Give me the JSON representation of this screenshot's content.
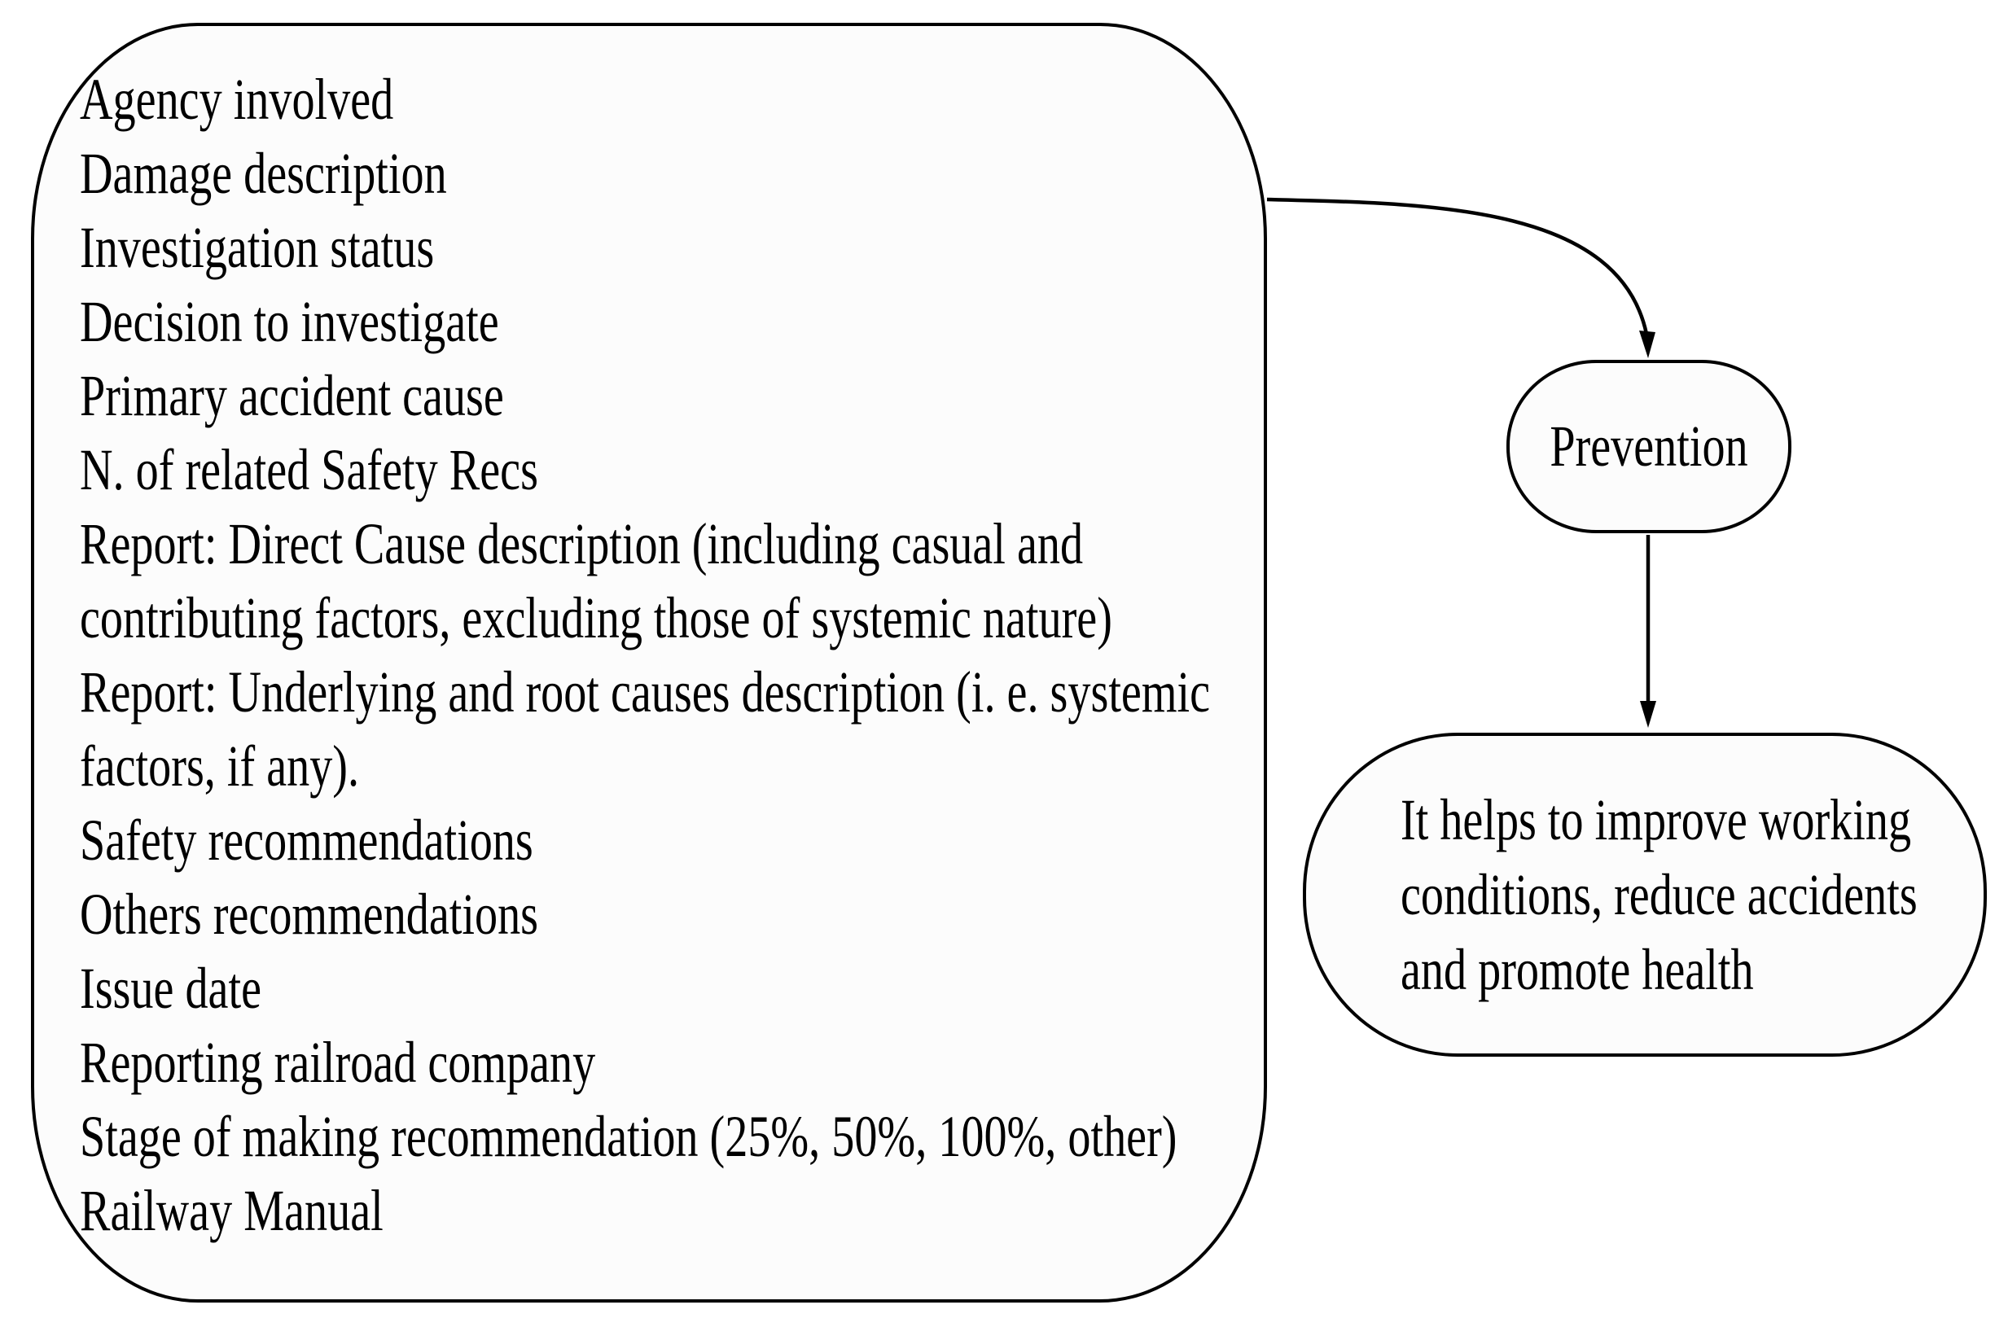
{
  "diagram": {
    "attributes_box": {
      "lines": [
        "Agency involved",
        "Damage description",
        "Investigation status",
        "Decision to investigate",
        "Primary accident cause",
        "N. of related Safety Recs",
        "Report: Direct Cause description (including casual and",
        "contributing factors, excluding those of systemic nature)",
        "Report: Underlying and root causes description (i. e. systemic",
        "factors, if any).",
        "Safety recommendations",
        "Others recommendations",
        "Issue date",
        "Reporting railroad company",
        "Stage of making recommendation (25%, 50%, 100%, other)",
        "Railway Manual"
      ]
    },
    "prevention_box": {
      "label": "Prevention"
    },
    "outcome_box": {
      "lines": [
        "It helps to improve working",
        "conditions, reduce accidents",
        "and promote health"
      ]
    },
    "colors": {
      "line": "#000000",
      "box_fill": "#fcfcfc",
      "background": "#ffffff",
      "text": "#000000"
    }
  }
}
